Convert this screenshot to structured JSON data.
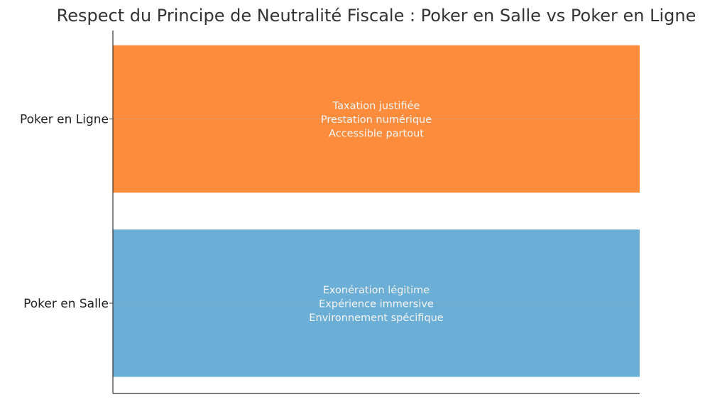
{
  "chart_data": {
    "type": "bar",
    "orientation": "horizontal",
    "title": "Respect du Principe de Neutralité Fiscale : Poker en Salle vs Poker en Ligne",
    "xlabel": "",
    "ylabel": "",
    "xlim": [
      0,
      1
    ],
    "grid": true,
    "categories": [
      "Poker en Salle",
      "Poker en Ligne"
    ],
    "values": [
      1,
      1
    ],
    "colors": [
      "#6baed6",
      "#fd8d3c"
    ],
    "annotations": [
      [
        "Exonération légitime",
        "Expérience immersive",
        "Environnement spécifique"
      ],
      [
        "Taxation justifiée",
        "Prestation numérique",
        "Accessible partout"
      ]
    ]
  }
}
